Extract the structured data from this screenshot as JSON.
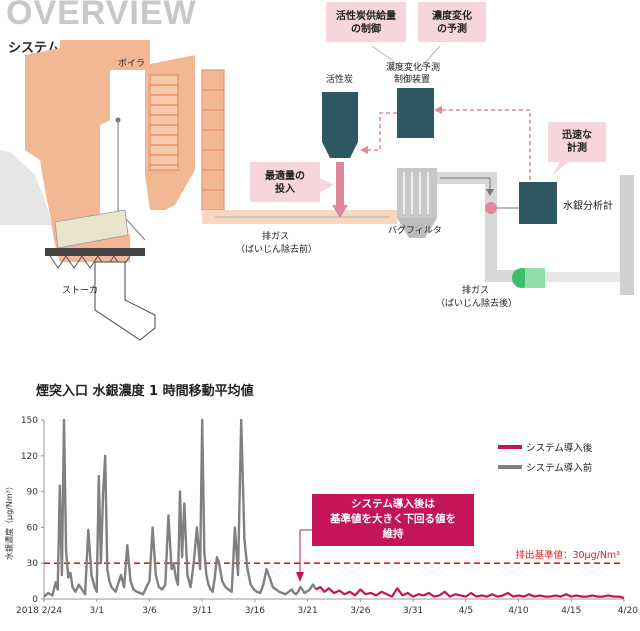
{
  "overview": {
    "heading": "OVERVIEW",
    "subtitle": "システム概要"
  },
  "diagram": {
    "labels": {
      "boiler": "ボイラ",
      "stoker": "ストーカ",
      "activated_carbon": "活性炭",
      "optimal_dose": [
        "最適量の",
        "投入"
      ],
      "exhaust_gas_before": [
        "排ガス",
        "（ばいじん除去前）"
      ],
      "bag_filter": "バグフィルタ",
      "exhaust_gas_after": [
        "排ガス",
        "（ばいじん除去後）"
      ],
      "mercury_analyzer": "水銀分析計",
      "controller": [
        "濃度変化予測",
        "制御装置"
      ]
    },
    "callouts": {
      "supply_control": [
        "活性炭供給量",
        "の制御"
      ],
      "prediction": [
        "濃度変化",
        "の予測"
      ],
      "quick_measure": [
        "迅速な",
        "計測"
      ]
    },
    "colors": {
      "boiler": "#f2b896",
      "boiler_grid": "#e8865a",
      "equipment": "#2f5761",
      "pipe": "#d8d8d8",
      "callout_bg": "#f6d6dc",
      "arrow_pink": "#e0879c",
      "fan_green": "#3bbf6a"
    }
  },
  "chart": {
    "title": "煙突入口  水銀濃度 1 時間移動平均値",
    "annotation": [
      "システム導入後は",
      "基準値を大きく下回る値を",
      "維持"
    ],
    "limit_label": "排出基準値：30μg/Nm³"
  },
  "chart_data": {
    "type": "line",
    "title": "煙突入口  水銀濃度 1 時間移動平均値",
    "ylabel": "水銀濃度（μg/Nm³）",
    "xlabel": "",
    "ylim": [
      0,
      150
    ],
    "yticks": [
      0,
      30,
      60,
      90,
      120,
      150
    ],
    "xticks": [
      "2018  2/24",
      "3/1",
      "3/6",
      "3/11",
      "3/16",
      "3/21",
      "3/26",
      "3/31",
      "4/5",
      "4/10",
      "4/15",
      "4/20"
    ],
    "x_range_days": [
      0,
      55
    ],
    "threshold": {
      "value": 30,
      "label": "排出基準値：30μg/Nm³",
      "color": "#d61f26"
    },
    "legend_position": "top-right",
    "series": [
      {
        "name": "システム導入前",
        "color": "#808080",
        "x": [
          0,
          0.4,
          0.8,
          1.1,
          1.3,
          1.5,
          1.7,
          1.9,
          2.1,
          2.3,
          2.5,
          2.7,
          3.0,
          3.3,
          3.6,
          3.9,
          4.2,
          4.5,
          4.8,
          5.0,
          5.2,
          5.4,
          5.6,
          5.8,
          6.0,
          6.2,
          6.4,
          6.6,
          6.8,
          7.0,
          7.3,
          7.6,
          7.9,
          8.2,
          8.5,
          8.8,
          9.1,
          9.4,
          9.7,
          10.0,
          10.3,
          10.6,
          10.9,
          11.2,
          11.5,
          11.8,
          12.1,
          12.3,
          12.5,
          12.7,
          12.9,
          13.1,
          13.3,
          13.6,
          13.9,
          14.2,
          14.5,
          14.8,
          15.0,
          15.2,
          15.4,
          15.6,
          15.8,
          16.0,
          16.2,
          16.4,
          16.6,
          16.9,
          17.2,
          17.5,
          17.8,
          18.1,
          18.4,
          18.7,
          19.0,
          19.3,
          19.6,
          19.9,
          20.2,
          20.5,
          20.8,
          21.1,
          21.4,
          21.7,
          22.0,
          22.3,
          22.6,
          22.9,
          23.2,
          23.5,
          23.7,
          23.9,
          24.1,
          24.3,
          24.5,
          24.7,
          24.9,
          25.2,
          25.5,
          25.8
        ],
        "y": [
          2,
          5,
          3,
          14,
          8,
          95,
          20,
          150,
          40,
          18,
          22,
          10,
          6,
          12,
          8,
          4,
          58,
          20,
          10,
          6,
          103,
          30,
          88,
          120,
          25,
          15,
          10,
          8,
          6,
          12,
          20,
          10,
          45,
          15,
          8,
          6,
          5,
          4,
          10,
          15,
          60,
          20,
          10,
          8,
          12,
          70,
          25,
          30,
          18,
          12,
          90,
          35,
          80,
          20,
          10,
          30,
          60,
          25,
          150,
          40,
          20,
          12,
          8,
          6,
          18,
          35,
          30,
          15,
          10,
          8,
          6,
          60,
          20,
          150,
          50,
          25,
          12,
          8,
          6,
          5,
          12,
          25,
          18,
          10,
          8,
          6,
          5,
          4,
          6,
          8,
          5,
          4,
          6,
          10,
          8,
          5,
          6,
          8,
          12,
          8
        ]
      },
      {
        "name": "システム導入後",
        "color": "#c4145a",
        "x": [
          25.8,
          26.2,
          26.6,
          27.0,
          27.5,
          28.0,
          28.5,
          29.0,
          29.5,
          30.0,
          30.5,
          31.0,
          31.5,
          32.0,
          32.5,
          33.0,
          33.5,
          34.0,
          34.5,
          35.0,
          35.5,
          36.0,
          36.5,
          37.0,
          37.5,
          38.0,
          38.5,
          39.0,
          39.5,
          40.0,
          40.5,
          41.0,
          41.5,
          42.0,
          42.5,
          43.0,
          43.5,
          44.0,
          44.5,
          45.0,
          45.5,
          46.0,
          46.5,
          47.0,
          47.5,
          48.0,
          48.5,
          49.0,
          49.5,
          50.0,
          50.5,
          51.0,
          51.5,
          52.0,
          52.5,
          53.0,
          53.5,
          54.0,
          54.5,
          55.0
        ],
        "y": [
          8,
          10,
          6,
          9,
          5,
          7,
          4,
          6,
          3,
          8,
          4,
          5,
          3,
          6,
          4,
          2,
          9,
          3,
          5,
          2,
          4,
          3,
          5,
          2,
          3,
          6,
          2,
          4,
          3,
          2,
          5,
          2,
          3,
          2,
          4,
          2,
          3,
          5,
          2,
          3,
          2,
          4,
          2,
          3,
          2,
          2,
          3,
          2,
          4,
          2,
          3,
          2,
          2,
          3,
          2,
          2,
          3,
          2,
          2,
          1
        ]
      }
    ]
  }
}
